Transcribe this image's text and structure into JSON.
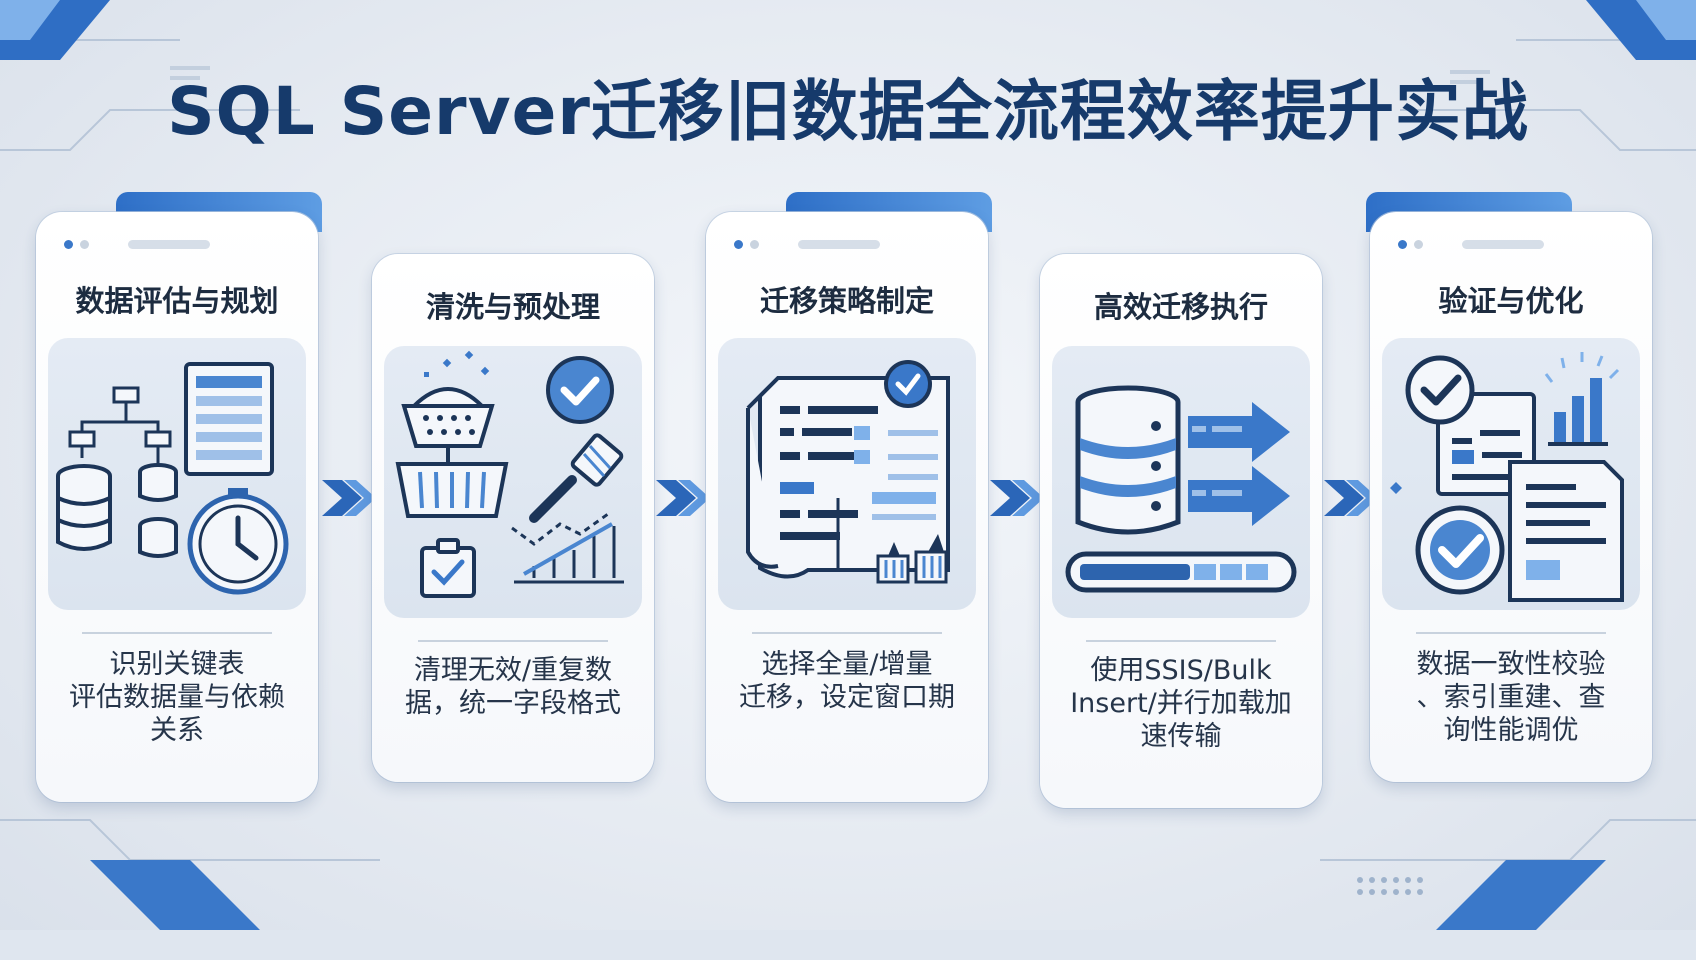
{
  "title": "SQL Server迁移旧数据全流程效率提升实战",
  "colors": {
    "accent": "#2e6fc7",
    "title": "#163a6b",
    "icon_stroke": "#1c3558",
    "icon_fill": "#4a86d0"
  },
  "steps": [
    {
      "title": "数据评估与规划",
      "desc": "识别关键表\n评估数据量与依赖\n关系",
      "icon": "database-schema-clock-icon"
    },
    {
      "title": "清洗与预处理",
      "desc": "清理无效/重复数\n据，统一字段格式",
      "icon": "basket-brush-check-icon"
    },
    {
      "title": "迁移策略制定",
      "desc": "选择全量/增量\n迁移，设定窗口期",
      "icon": "document-strategy-icon"
    },
    {
      "title": "高效迁移执行",
      "desc": "使用SSIS/Bulk\nInsert/并行加载加\n速传输",
      "icon": "database-transfer-icon"
    },
    {
      "title": "验证与优化",
      "desc": "数据一致性校验\n、索引重建、查\n询性能调优",
      "icon": "check-document-chart-icon"
    }
  ]
}
